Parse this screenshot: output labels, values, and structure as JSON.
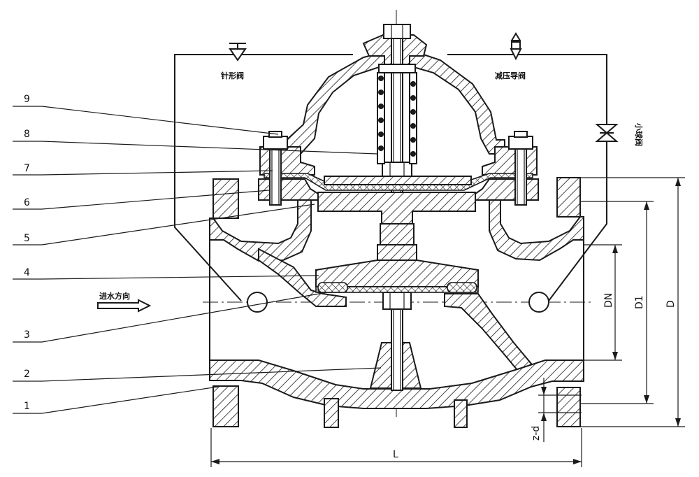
{
  "part_numbers": [
    "9",
    "8",
    "7",
    "6",
    "5",
    "4",
    "3",
    "2",
    "1"
  ],
  "annotations": {
    "needle_valve": "针形阀",
    "pressure_pilot": "减压导阀",
    "ball_valve": "小球阀",
    "flow_direction": "进水方向"
  },
  "dimensions": {
    "dn": "DN",
    "d1": "D1",
    "d": "D",
    "l": "L",
    "zd": "z-d"
  }
}
